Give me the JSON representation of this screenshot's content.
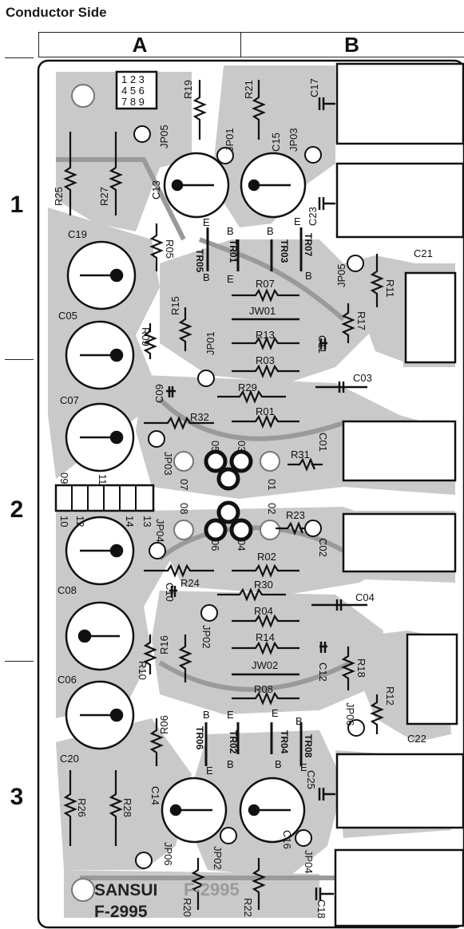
{
  "title": "Conductor Side",
  "columns": [
    "A",
    "B"
  ],
  "rows": [
    "1",
    "2",
    "3"
  ],
  "colors": {
    "board": "#c9c9c9",
    "trace": "#9a9a9a",
    "outline": "#111111",
    "pad": "#ffffff"
  },
  "board_text": {
    "brand": "SANSUI",
    "model": "F-2995",
    "ghost": "F-2995",
    "pin_numbers": [
      "1 2 3",
      "4 5 6",
      "7 8 9"
    ]
  },
  "labels": {
    "R19": "R19",
    "R21": "R21",
    "C17": "C17",
    "JP05a": "JP05",
    "JP01a": "JP01",
    "JP03a": "JP03",
    "C15": "C15",
    "C13": "C13",
    "R25": "R25",
    "R27": "R27",
    "C23": "C23",
    "C19": "C19",
    "TR05": "TR05",
    "TR01": "TR01",
    "TR03": "TR03",
    "TR07": "TR07",
    "R05": "R05",
    "JP05b": "JP05",
    "C21": "C21",
    "R11": "R11",
    "R07": "R07",
    "JW01": "JW01",
    "R15": "R15",
    "R17": "R17",
    "C05": "C05",
    "R09": "R09",
    "C11": "C11",
    "R13": "R13",
    "JP01b": "JP01",
    "R03": "R03",
    "C03": "C03",
    "C09": "C09",
    "R29": "R29",
    "C07": "C07",
    "R01": "R01",
    "R32": "R32",
    "C01": "C01",
    "JP03b": "JP03",
    "R31": "R31",
    "C08": "C08",
    "R23": "R23",
    "JP04a": "JP04",
    "C02": "C02",
    "R02": "R02",
    "R24": "R24",
    "C10": "C10",
    "R30": "R30",
    "C04": "C04",
    "R04": "R04",
    "JP02a": "JP02",
    "R14": "R14",
    "R16": "R16",
    "C06": "C06",
    "R10": "R10",
    "C12": "C12",
    "R18": "R18",
    "JW02": "JW02",
    "R08": "R08",
    "R12": "R12",
    "JP06a": "JP06",
    "C22": "C22",
    "R06": "R06",
    "TR06": "TR06",
    "TR02": "TR02",
    "TR04": "TR04",
    "TR08": "TR08",
    "C20": "C20",
    "C25": "C25",
    "R26": "R26",
    "R28": "R28",
    "C14": "C14",
    "C16": "C16",
    "JP06b": "JP06",
    "JP02b": "JP02",
    "JP04b": "JP04",
    "C18": "C18",
    "R20": "R20",
    "R22": "R22",
    "t05": "05",
    "t03": "03",
    "t07": "07",
    "t01": "01",
    "t08": "08",
    "t02": "02",
    "t06": "06",
    "t04": "04",
    "n09": "09",
    "n11": "11",
    "n10": "10",
    "n12": "12",
    "n14": "14",
    "n13": "13",
    "pinE": "E",
    "pinB": "B"
  }
}
